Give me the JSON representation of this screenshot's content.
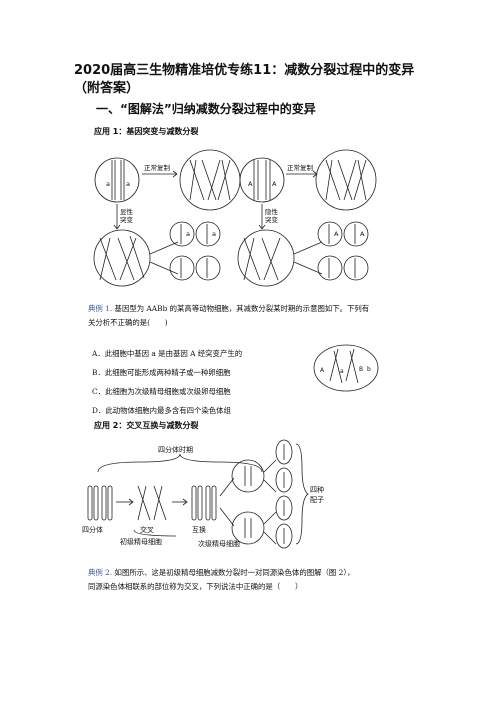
{
  "doc": {
    "title_line1": "2020届高三生物精准培优专练11：减数分裂过程中的变异",
    "title_line2": "（附答案）",
    "section1": "一、“图解法”归纳减数分裂过程中的变异",
    "app1": "应用 1：基因突变与减数分裂",
    "app2": "应用 2：交叉互换与减数分裂",
    "ex1_label": "典例 1.",
    "ex1_text1": "基因型为 AABb 的某高等动物细胞，其减数分裂某时期的示意图如下。下列有",
    "ex1_text2": "关分析不正确的是(　　)",
    "options": [
      "A．此细胞中基因 a 是由基因 A 经突变产生的",
      "B．此细胞可能形成两种精子或一种卵细胞",
      "C．此细胞为次级精母细胞或次级卵母细胞",
      "D．此动物体细胞内最多含有四个染色体组"
    ],
    "ex2_label": "典例 2.",
    "ex2_text1": "如图所示、这是初级精母细胞减数分裂时一对同源染色体的图解（图 2），",
    "ex2_text2": "同源染色体相联系的部位称为交叉，下列说法中正确的是（　　）"
  },
  "fig1": {
    "left_copy": "正常复制",
    "left_mut": "显性",
    "left_mut2": "突变",
    "right_copy": "正常复制",
    "right_mut": "隐性",
    "right_mut2": "突变",
    "gene_a": "a",
    "gene_A": "A"
  },
  "fig2": {
    "gene_A": "A",
    "gene_a": "a",
    "gene_B": "B",
    "gene_b": "b"
  },
  "fig3": {
    "period": "四分体时期",
    "tetrad": "四分体",
    "cross": "交叉",
    "exchange": "互换",
    "primary": "初级精母细胞",
    "secondary": "次级精母细胞",
    "gametes1": "四种",
    "gametes2": "配子"
  }
}
